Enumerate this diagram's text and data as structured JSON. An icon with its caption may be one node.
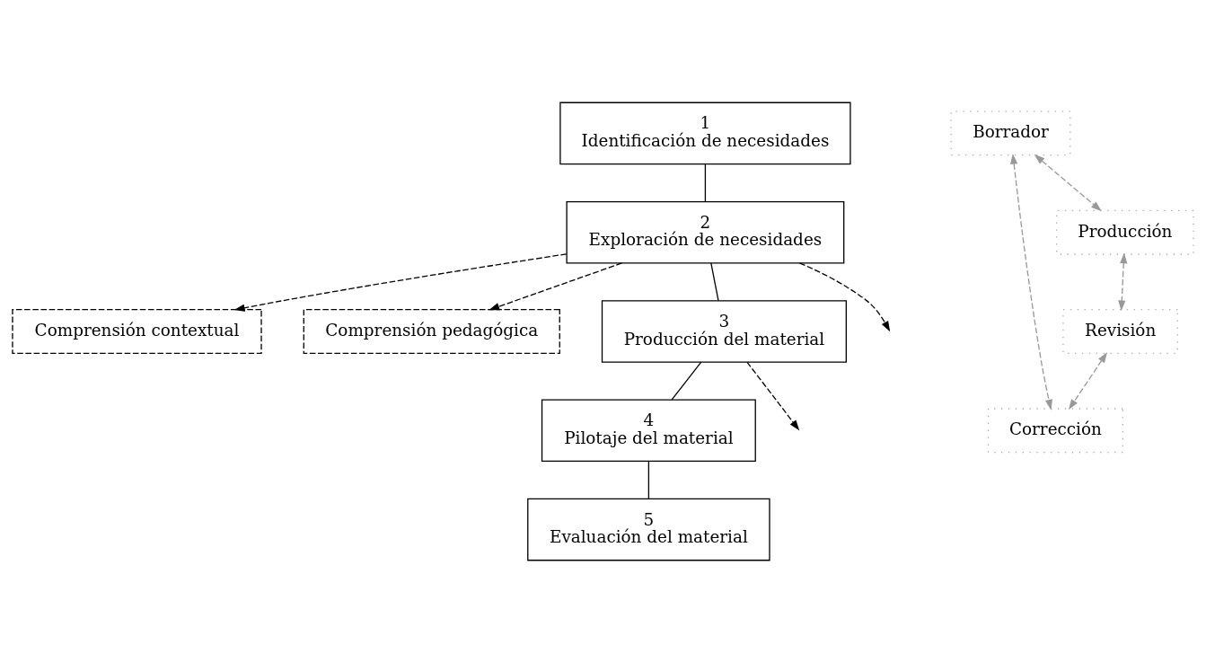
{
  "diagram": {
    "nodes": [
      {
        "text": [
          "1",
          "Identificación de necesidades"
        ]
      },
      {
        "text": [
          "2",
          "Exploración de necesidades"
        ]
      },
      {
        "text": [
          "Comprensión contextual"
        ]
      },
      {
        "text": [
          "Comprensión pedagógica"
        ]
      },
      {
        "text": [
          "3",
          "Producción del material"
        ]
      },
      {
        "text": [
          "4",
          "Pilotaje del material"
        ]
      },
      {
        "text": [
          "5",
          "Evaluación del material"
        ]
      },
      {
        "text": [
          "Borrador"
        ]
      },
      {
        "text": [
          "Corrección"
        ]
      },
      {
        "text": [
          "Producción"
        ]
      },
      {
        "text": [
          "Revisión"
        ]
      }
    ],
    "edges": [
      {
        "from": 0,
        "to": 1,
        "arrow": "none"
      },
      {
        "from": 1,
        "to": 2,
        "arrow": "to",
        "style": "dashed"
      },
      {
        "from": 1,
        "to": 3,
        "arrow": "to",
        "style": "dashed"
      },
      {
        "from": 1,
        "to": null,
        "arrow": "to",
        "style": "dashed"
      },
      {
        "from": 1,
        "to": 4,
        "arrow": "none"
      },
      {
        "from": 4,
        "to": null,
        "arrow": "to",
        "style": "dashed"
      },
      {
        "from": 4,
        "to": 5,
        "arrow": "none"
      },
      {
        "from": 5,
        "to": 6,
        "arrow": "none"
      },
      {
        "from": 7,
        "to": 8,
        "arrow": "both",
        "style": "dashed",
        "color": "#999999"
      },
      {
        "from": 7,
        "to": 9,
        "arrow": "both",
        "style": "dashed",
        "color": "#999999"
      },
      {
        "from": 10,
        "to": 8,
        "arrow": "both",
        "style": "dashed",
        "color": "#999999"
      },
      {
        "from": 9,
        "to": 10,
        "arrow": "both",
        "style": "dashed",
        "color": "#999999"
      }
    ]
  }
}
